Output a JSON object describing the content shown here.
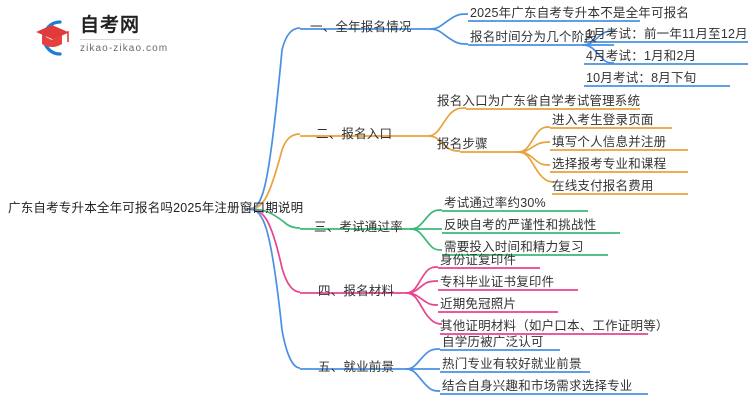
{
  "brand": {
    "name": "自考网",
    "domain": "zikao-zikao.com",
    "logo_icon": "graduation-cap-icon"
  },
  "colors": {
    "branch1": "#4a90e2",
    "branch2": "#e8a33d",
    "branch3": "#3cb878",
    "branch4": "#e8438f",
    "branch5": "#4a90e2",
    "text": "#333333",
    "background": "#ffffff"
  },
  "mindmap": {
    "root": "广东自考专升本全年可报名吗2025年注册窗口期说明",
    "branches": [
      {
        "label": "一、全年报名情况",
        "color": "#4a90e2",
        "children": [
          {
            "label": "2025年广东自考专升本不是全年可报名",
            "children": []
          },
          {
            "label": "报名时间分为几个阶段",
            "children": [
              {
                "label": "1月考试：前一年11月至12月"
              },
              {
                "label": "4月考试：1月和2月"
              },
              {
                "label": "10月考试：8月下旬"
              }
            ]
          }
        ]
      },
      {
        "label": "二、报名入口",
        "color": "#e8a33d",
        "children": [
          {
            "label": "报名入口为广东省自学考试管理系统",
            "children": []
          },
          {
            "label": "报名步骤",
            "children": [
              {
                "label": "进入考生登录页面"
              },
              {
                "label": "填写个人信息并注册"
              },
              {
                "label": "选择报考专业和课程"
              },
              {
                "label": "在线支付报名费用"
              }
            ]
          }
        ]
      },
      {
        "label": "三、考试通过率",
        "color": "#3cb878",
        "children": [
          {
            "label": "考试通过率约30%",
            "children": []
          },
          {
            "label": "反映自考的严谨性和挑战性",
            "children": []
          },
          {
            "label": "需要投入时间和精力复习",
            "children": []
          }
        ]
      },
      {
        "label": "四、报名材料",
        "color": "#e8438f",
        "children": [
          {
            "label": "身份证复印件",
            "children": []
          },
          {
            "label": "专科毕业证书复印件",
            "children": []
          },
          {
            "label": "近期免冠照片",
            "children": []
          },
          {
            "label": "其他证明材料（如户口本、工作证明等）",
            "children": []
          }
        ]
      },
      {
        "label": "五、就业前景",
        "color": "#4a90e2",
        "children": [
          {
            "label": "自学历被广泛认可",
            "children": []
          },
          {
            "label": "热门专业有较好就业前景",
            "children": []
          },
          {
            "label": "结合自身兴趣和市场需求选择专业",
            "children": []
          }
        ]
      }
    ]
  }
}
